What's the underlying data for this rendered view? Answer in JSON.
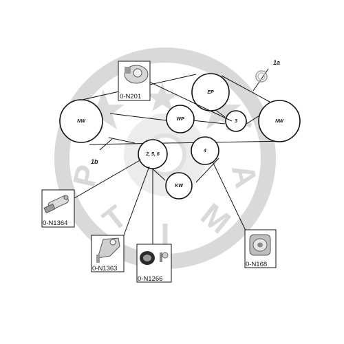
{
  "pulleys": {
    "ep": "EP",
    "wp": "WP",
    "tensioner_small": "3",
    "nw_left": "NW",
    "nw_right": "NW",
    "idler_256": "2, 5, 6",
    "idler_4": "4",
    "kw": "KW"
  },
  "callouts": {
    "c1a": "1a",
    "c1b": "1b"
  },
  "parts": {
    "p201": "0-N201",
    "p1364": "0-N1364",
    "p1363": "0-N1363",
    "p1266": "0-N1266",
    "p168": "0-N168"
  },
  "watermark": {
    "letters": [
      "O",
      "P",
      "T",
      "I",
      "M",
      "A",
      "L"
    ]
  },
  "colors": {
    "watermark": "#d9d9d9",
    "line": "#111111",
    "part_box": "#ffffff",
    "metal_light": "#e6e6e6",
    "metal_dark": "#7a7a7a"
  }
}
